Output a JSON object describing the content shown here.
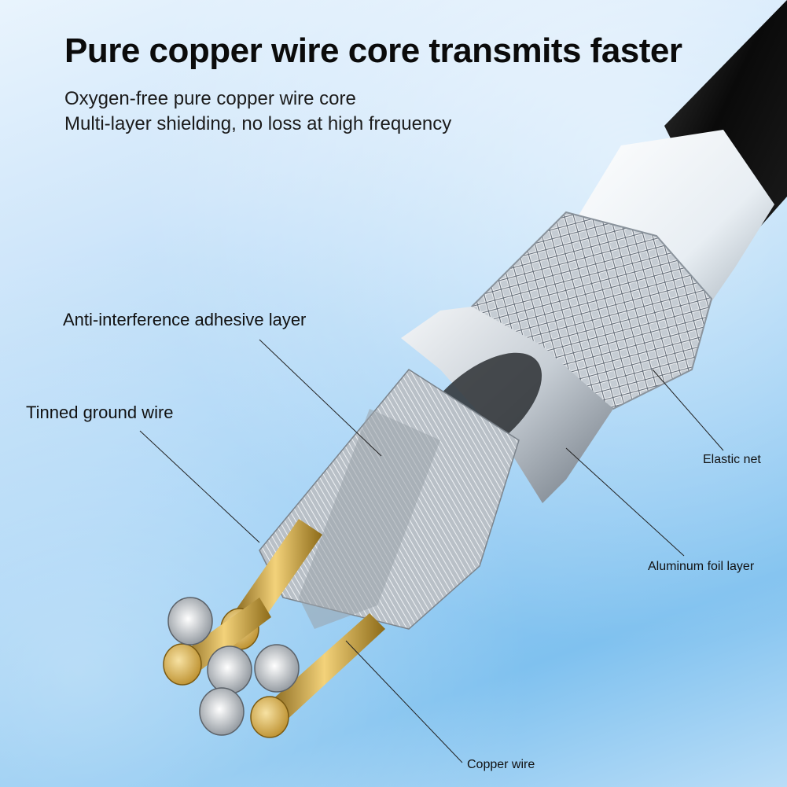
{
  "title": "Pure copper wire core transmits faster",
  "subtitle_lines": [
    "Oxygen-free pure copper wire core",
    "Multi-layer shielding, no loss at high frequency"
  ],
  "callouts": {
    "adhesive_layer": "Anti-interference adhesive layer",
    "ground_wire": "Tinned ground wire",
    "elastic_net": "Elastic net",
    "foil_layer": "Aluminum foil layer",
    "copper_wire": "Copper wire"
  },
  "colors": {
    "background_light": "#e9f4fd",
    "background_mid": "#9fd0f5",
    "jacket": "#111111",
    "copper": "#d9a732",
    "tin": "#c9ccd1"
  }
}
